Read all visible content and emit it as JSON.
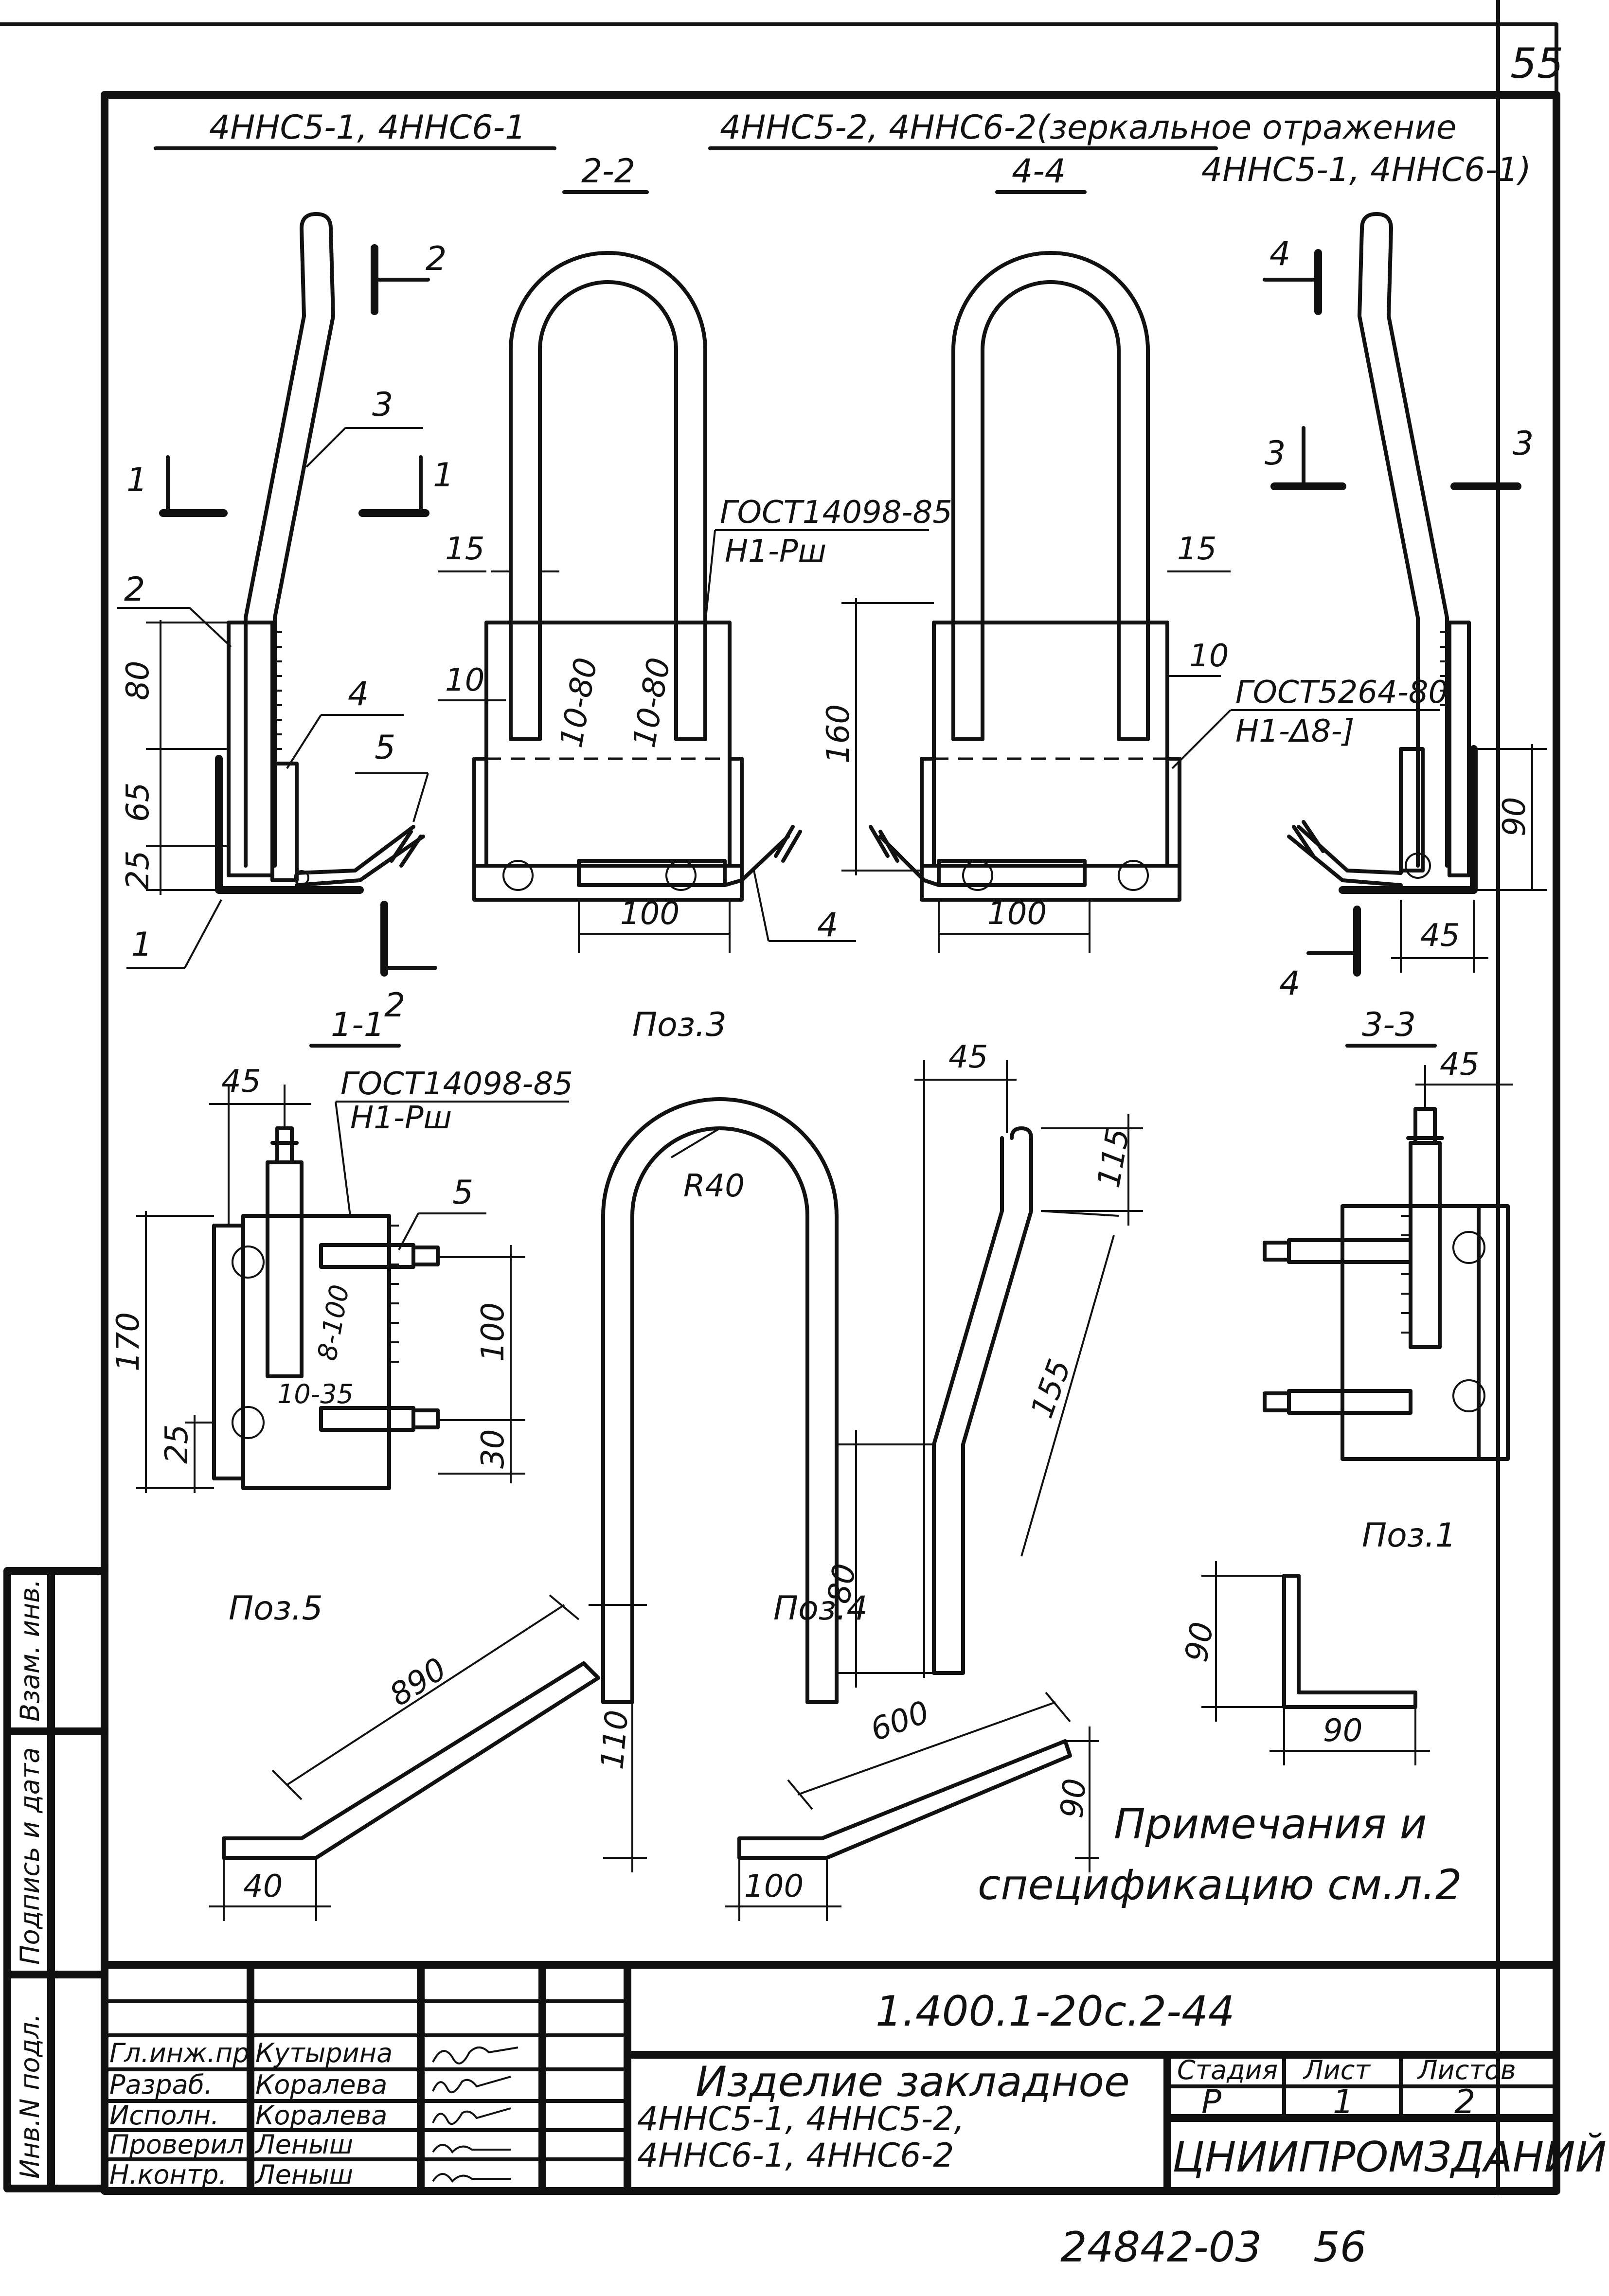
{
  "sheet_number": "55",
  "headers": {
    "left": "4ННС5-1, 4ННС6-1",
    "right_line1": "4ННС5-2, 4ННС6-2(зеркальное отражение",
    "right_line2": "4ННС5-1, 4ННС6-1)"
  },
  "section_labels": {
    "s22": "2-2",
    "s44": "4-4",
    "s11": "1-1",
    "s33": "3-3",
    "poz3": "Поз.3",
    "poz1": "Поз.1",
    "poz5": "Поз.5",
    "poz4": "Поз.4"
  },
  "cut_marks": {
    "c1": "1",
    "c2": "2",
    "c3": "3",
    "c4": "4"
  },
  "position_numbers": {
    "p1": "1",
    "p2": "2",
    "p3": "3",
    "p4": "4",
    "p5": "5"
  },
  "standards": {
    "gost14098": "ГОСТ14098-85",
    "h1_pw": "Н1-Рш",
    "gost5264": "ГОСТ5264-80",
    "h1_d8": "Н1-Δ8-]"
  },
  "dimensions": {
    "d15": "15",
    "d10": "10",
    "d80": "80",
    "d65": "65",
    "d25": "25",
    "d100": "100",
    "d160": "160",
    "d90": "90",
    "d45": "45",
    "d1080": "10-80",
    "d170": "170",
    "d30": "30",
    "d8100": "8-100",
    "d1035": "10-35",
    "r40": "R40",
    "d115": "115",
    "d155": "155",
    "d890": "890",
    "d110": "110",
    "d40": "40",
    "d600": "600"
  },
  "notes": {
    "line1": "Примечания и",
    "line2": "спецификацию см.л.2"
  },
  "side_stamp": {
    "inv_podl": "Инв.N подл.",
    "podpis": "Подпись и дата",
    "vzam": "Взам. инв."
  },
  "title_block": {
    "doc_code": "1.400.1-20с.2-44",
    "title_line1": "Изделие закладное",
    "title_line2": "4ННС5-1, 4ННС5-2,",
    "title_line3": "4ННС6-1, 4ННС6-2",
    "stage_header": "Стадия",
    "sheet_header": "Лист",
    "sheets_header": "Листов",
    "stage_value": "Р",
    "sheet_value": "1",
    "sheets_value": "2",
    "organization": "ЦНИИПРОМЗДАНИЙ",
    "people": [
      {
        "role": "Гл.инж.пр.",
        "name": "Кутырина"
      },
      {
        "role": "Разраб.",
        "name": "Коралева"
      },
      {
        "role": "Исполн.",
        "name": "Коралева"
      },
      {
        "role": "Проверил",
        "name": "Леныш"
      },
      {
        "role": "Н.контр.",
        "name": "Леныш"
      }
    ]
  },
  "footer": {
    "code": "24842-03",
    "page": "56"
  }
}
